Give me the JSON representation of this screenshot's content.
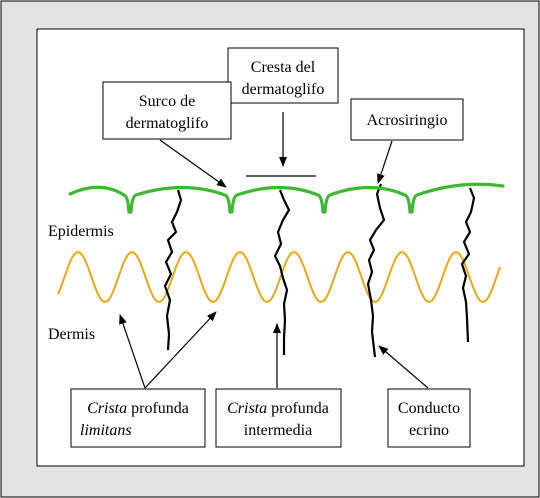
{
  "labels": {
    "cresta_line1": "Cresta del",
    "cresta_line2": "dermatoglifo",
    "surco_line1": "Surco de",
    "surco_line2": "dermatoglifo",
    "acrosiringio": "Acrosiringio",
    "epidermis": "Epidermis",
    "dermis": "Dermis",
    "limitans_italic1": "Crista",
    "limitans_rest1": " profunda",
    "limitans_italic2": "limitans",
    "intermedia_italic1": "Crista",
    "intermedia_rest1": " profunda",
    "intermedia_line2": "intermedia",
    "conducto_line1": "Conducto",
    "conducto_line2": "ecrino"
  },
  "colors": {
    "outer_background": "#e3e3e3",
    "epidermis_surface": "#3cb832",
    "dermal_boundary": "#e6a817",
    "ink": "#000000"
  }
}
